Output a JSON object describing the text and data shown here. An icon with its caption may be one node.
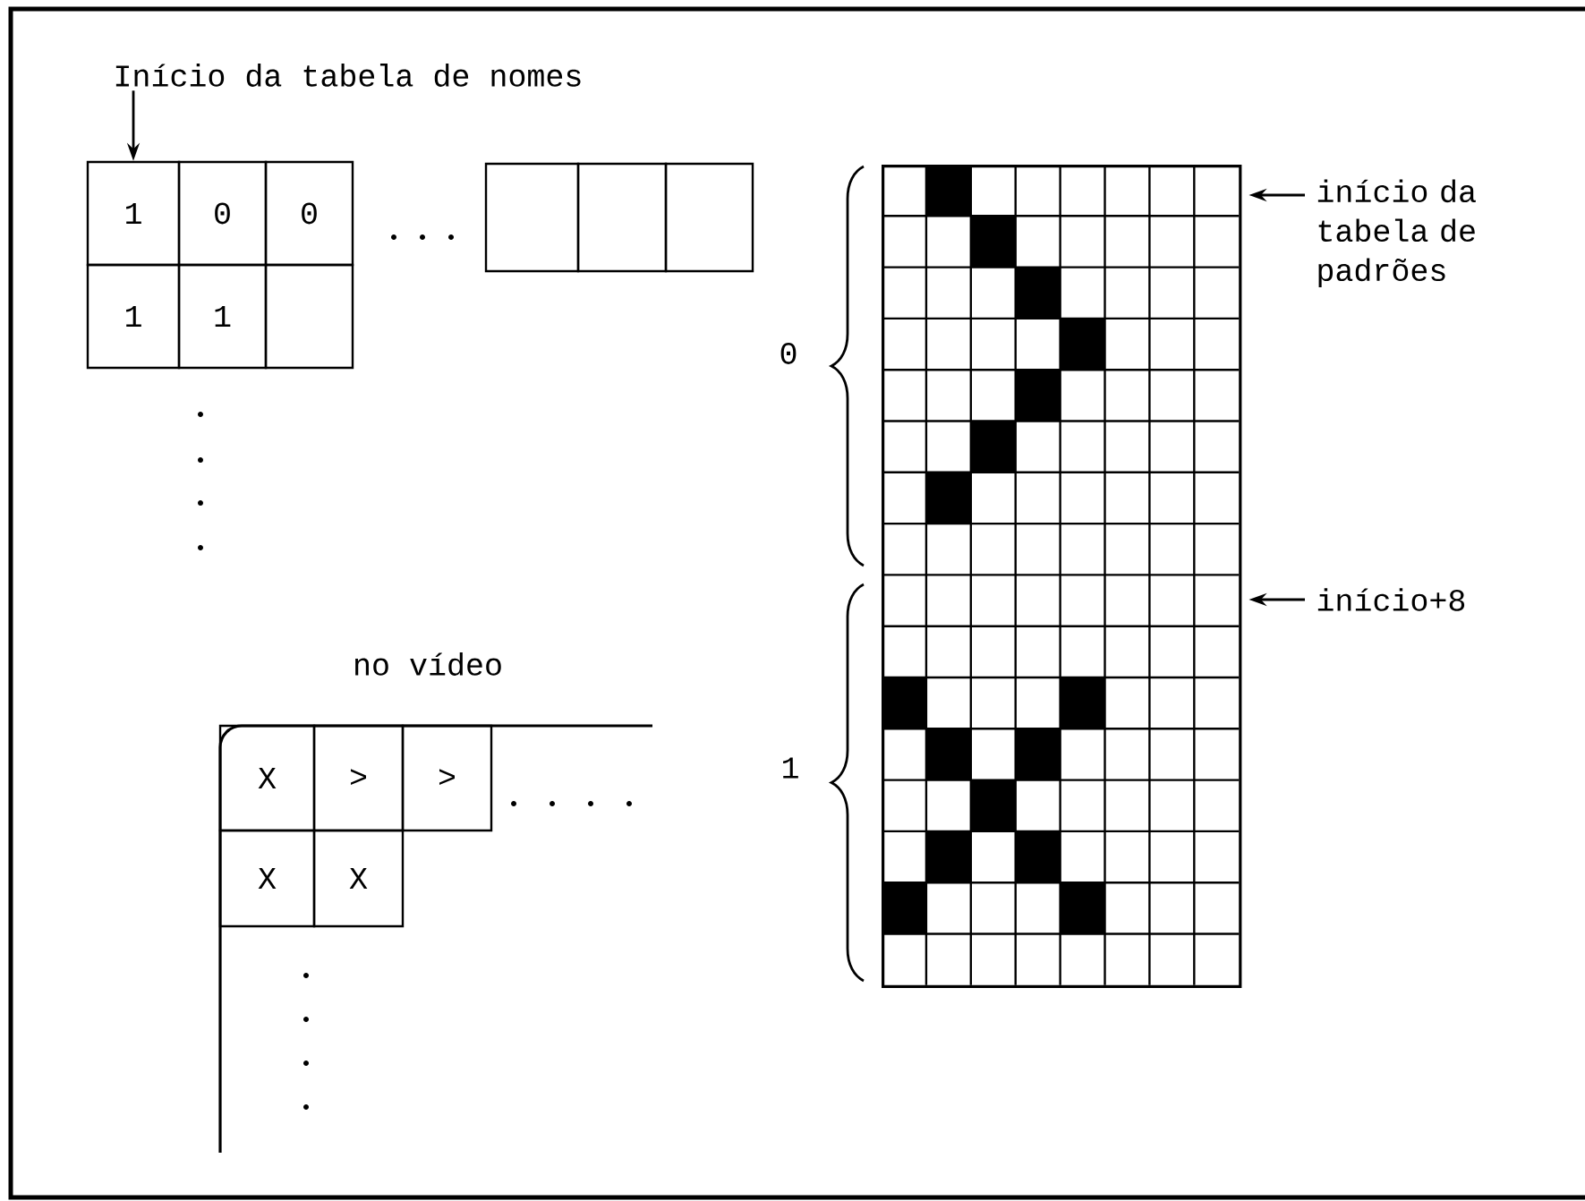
{
  "diagram": {
    "nodes": [
      {
        "text": [
          "Início da tabela de nomes"
        ]
      },
      {
        "text": [
          "1"
        ]
      },
      {
        "text": [
          "0"
        ]
      },
      {
        "text": [
          "0"
        ]
      },
      {
        "text": [
          "1"
        ]
      },
      {
        "text": [
          "1"
        ]
      },
      {
        "text": [],
        "shape": "box"
      },
      {
        "text": [],
        "shape": "box"
      },
      {
        "text": [],
        "shape": "box"
      },
      {
        "text": [],
        "shape": "box"
      },
      {
        "text": [
          "X"
        ]
      },
      {
        "text": [
          ">"
        ]
      },
      {
        "text": [
          ">"
        ]
      },
      {
        "text": [
          "X"
        ]
      },
      {
        "text": [
          "X"
        ]
      },
      {
        "text": [],
        "shape": "box"
      },
      {
        "text": [
          "início da tabela de padrões"
        ]
      },
      {
        "text": [
          "início+8"
        ]
      }
    ],
    "edges": [
      {
        "from": 0,
        "to": 1,
        "arrow": "to"
      },
      {
        "from": 16,
        "to": 15,
        "arrow": "to"
      },
      {
        "from": 17,
        "to": 15,
        "arrow": "to"
      }
    ],
    "labels": [
      "no vídeo",
      "0",
      "1"
    ]
  }
}
